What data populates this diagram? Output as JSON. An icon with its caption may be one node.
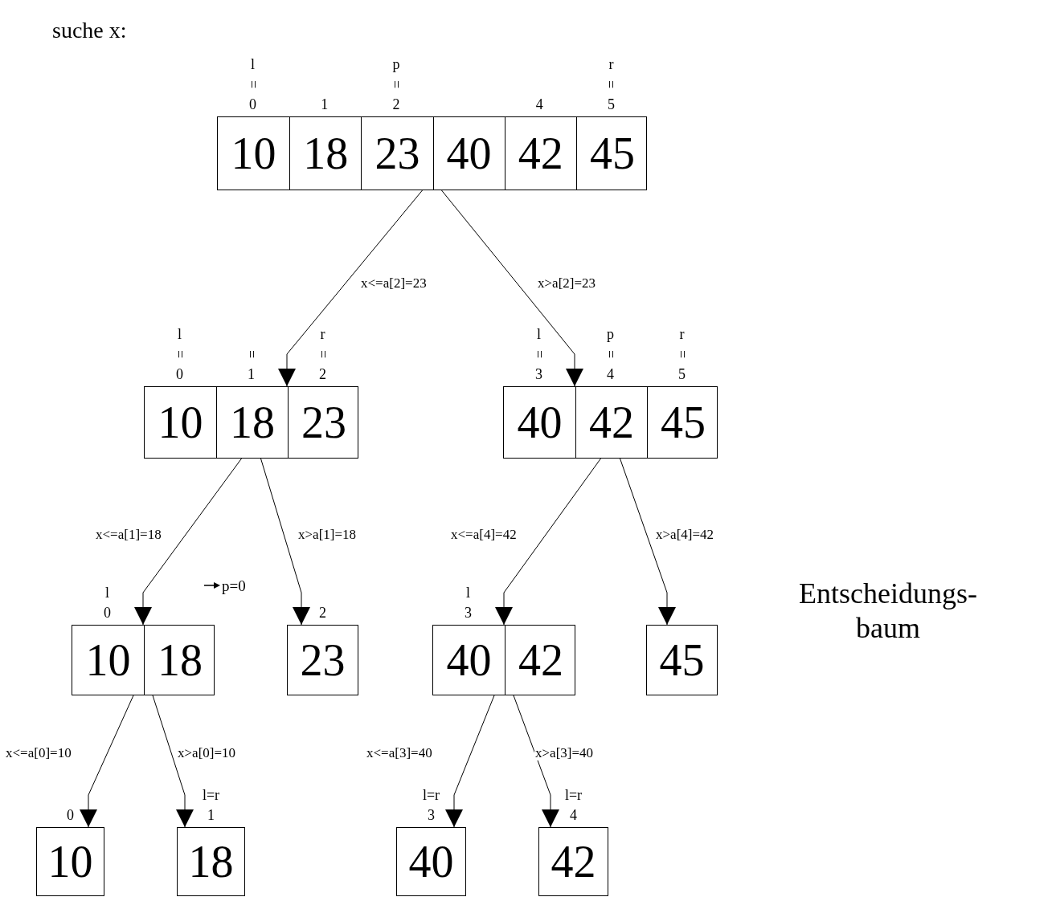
{
  "diagram": {
    "title": "suche x:",
    "nodes": [
      {
        "text": [],
        "shape": "box"
      },
      {
        "text": [
          "10"
        ],
        "in": 0,
        "beside": [
          "l",
          "=",
          "0"
        ]
      },
      {
        "text": [
          "18"
        ],
        "in": 0,
        "beside": [
          "1"
        ]
      },
      {
        "text": [
          "23"
        ],
        "in": 0,
        "beside": [
          "p",
          "=",
          "2"
        ]
      },
      {
        "text": [
          "40"
        ],
        "in": 0
      },
      {
        "text": [
          "42"
        ],
        "in": 0,
        "beside": [
          "4"
        ]
      },
      {
        "text": [
          "45"
        ],
        "in": 0,
        "beside": [
          "r",
          "=",
          "5"
        ]
      },
      {
        "text": [],
        "shape": "box"
      },
      {
        "text": [
          "10"
        ],
        "in": 7,
        "beside": [
          "l",
          "=",
          "0"
        ]
      },
      {
        "text": [
          "18"
        ],
        "in": 7,
        "beside": [
          "=",
          "1"
        ]
      },
      {
        "text": [
          "23"
        ],
        "in": 7,
        "beside": [
          "r",
          "=",
          "2"
        ]
      },
      {
        "text": [],
        "shape": "box"
      },
      {
        "text": [
          "40"
        ],
        "in": 11,
        "beside": [
          "l",
          "=",
          "3"
        ]
      },
      {
        "text": [
          "42"
        ],
        "in": 11,
        "beside": [
          "p",
          "=",
          "4"
        ]
      },
      {
        "text": [
          "45"
        ],
        "in": 11,
        "beside": [
          "r",
          "=",
          "5"
        ]
      },
      {
        "text": [],
        "shape": "box"
      },
      {
        "text": [
          "10"
        ],
        "in": 15,
        "beside": [
          "l",
          "0"
        ]
      },
      {
        "text": [
          "18"
        ],
        "in": 15
      },
      {
        "text": [
          "23"
        ],
        "beside": [
          "2"
        ]
      },
      {
        "text": [],
        "shape": "box"
      },
      {
        "text": [
          "40"
        ],
        "in": 19,
        "beside": [
          "l",
          "3"
        ]
      },
      {
        "text": [
          "42"
        ],
        "in": 19
      },
      {
        "text": [
          "45"
        ]
      },
      {
        "text": [
          "10"
        ],
        "beside": [
          "0"
        ]
      },
      {
        "text": [
          "18"
        ],
        "beside": [
          "l=r",
          "1"
        ]
      },
      {
        "text": [
          "40"
        ],
        "beside": [
          "l=r",
          "3"
        ]
      },
      {
        "text": [
          "42"
        ],
        "beside": [
          "l=r",
          "4"
        ]
      }
    ],
    "edges": [
      {
        "from": 0,
        "to": 7,
        "arrow": "to",
        "label": "x<=a[2]=23"
      },
      {
        "from": 0,
        "to": 11,
        "arrow": "to",
        "label": "x>a[2]=23"
      },
      {
        "from": 7,
        "to": 15,
        "arrow": "to",
        "label": "x<=a[1]=18"
      },
      {
        "from": 7,
        "to": 18,
        "arrow": "to",
        "label": "x>a[1]=18"
      },
      {
        "from": 11,
        "to": 19,
        "arrow": "to",
        "label": "x<=a[4]=42"
      },
      {
        "from": 11,
        "to": 22,
        "arrow": "to",
        "label": "x>a[4]=42"
      },
      {
        "from": 15,
        "to": 23,
        "arrow": "to",
        "label": "x<=a[0]=10"
      },
      {
        "from": 15,
        "to": 24,
        "arrow": "to",
        "label": "x>a[0]=10"
      },
      {
        "from": 19,
        "to": 25,
        "arrow": "to",
        "label": "x<=a[3]=40"
      },
      {
        "from": 19,
        "to": 26,
        "arrow": "to",
        "label": "x>a[3]=40"
      }
    ],
    "labels": [
      "p=0",
      "Entscheidungs- baum"
    ]
  }
}
